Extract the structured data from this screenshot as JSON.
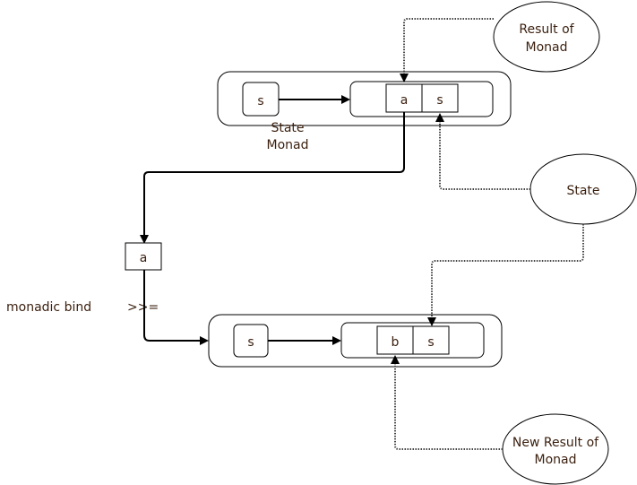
{
  "upper_monad": {
    "input_state": "s",
    "result_value": "a",
    "result_state": "s",
    "caption_line1": "State",
    "caption_line2": "Monad"
  },
  "bind": {
    "value": "a",
    "label": "monadic bind",
    "operator": ">>="
  },
  "lower_monad": {
    "input_state": "s",
    "result_value": "b",
    "result_state": "s"
  },
  "callouts": {
    "result_of_monad": [
      "Result of",
      "Monad"
    ],
    "state": "State",
    "new_result": [
      "New Result of",
      "Monad"
    ]
  },
  "colors": {
    "text": "#3a1f0e",
    "stroke": "#000000"
  }
}
